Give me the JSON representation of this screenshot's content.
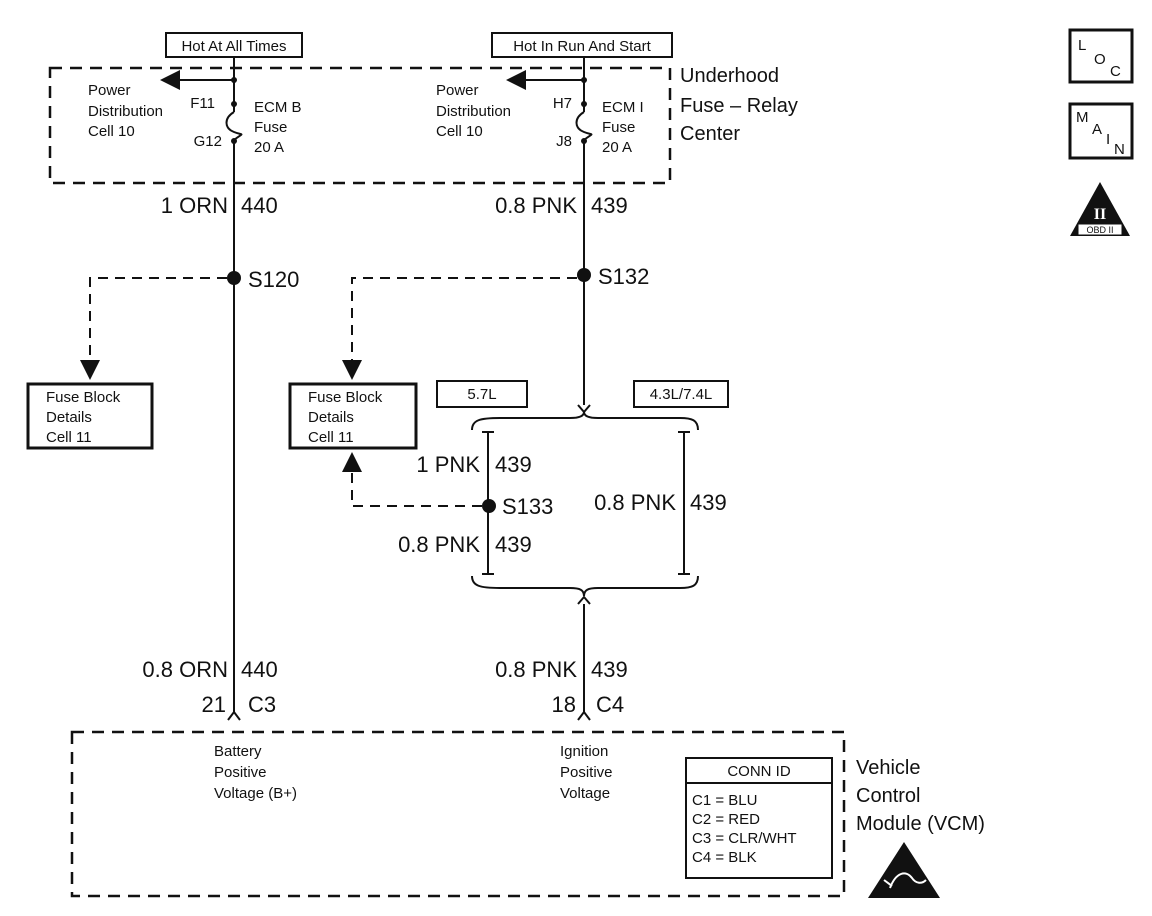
{
  "header": {
    "hot_all_times": "Hot At All Times",
    "hot_run_start": "Hot In Run And Start"
  },
  "fuse_center": {
    "label_line1": "Underhood",
    "label_line2": "Fuse – Relay",
    "label_line3": "Center",
    "left": {
      "power_dist": [
        "Power",
        "Distribution",
        "Cell 10"
      ],
      "pin_top": "F11",
      "pin_bottom": "G12",
      "fuse": [
        "ECM B",
        "Fuse",
        "20 A"
      ]
    },
    "right": {
      "power_dist": [
        "Power",
        "Distribution",
        "Cell 10"
      ],
      "pin_top": "H7",
      "pin_bottom": "J8",
      "fuse": [
        "ECM I",
        "Fuse",
        "20 A"
      ]
    }
  },
  "wires": {
    "left_top_color": "1 ORN",
    "left_top_circuit": "440",
    "right_top_color": "0.8 PNK",
    "right_top_circuit": "439",
    "s133_top_color": "1 PNK",
    "s133_top_circuit": "439",
    "s133_bottom_color": "0.8 PNK",
    "s133_bottom_circuit": "439",
    "alt_color": "0.8 PNK",
    "alt_circuit": "439",
    "left_bottom_color": "0.8 ORN",
    "left_bottom_circuit": "440",
    "right_bottom_color": "0.8 PNK",
    "right_bottom_circuit": "439"
  },
  "splices": {
    "s120": "S120",
    "s132": "S132",
    "s133": "S133"
  },
  "fuse_block_left": [
    "Fuse Block",
    "Details",
    "Cell 11"
  ],
  "fuse_block_right": [
    "Fuse Block",
    "Details",
    "Cell 11"
  ],
  "engine_options": {
    "a": "5.7L",
    "b": "4.3L/7.4L"
  },
  "connectors": {
    "left_pin": "21",
    "left_conn": "C3",
    "right_pin": "18",
    "right_conn": "C4"
  },
  "vcm": {
    "label_line1": "Vehicle",
    "label_line2": "Control",
    "label_line3": "Module (VCM)",
    "battery": [
      "Battery",
      "Positive",
      "Voltage (B+)"
    ],
    "ignition": [
      "Ignition",
      "Positive",
      "Voltage"
    ],
    "conn_id_title": "CONN ID",
    "conn_id": [
      "C1 = BLU",
      "C2 = RED",
      "C3 = CLR/WHT",
      "C4 = BLK"
    ]
  },
  "icons": {
    "loc": [
      "L",
      "O",
      "C"
    ],
    "main": [
      "M",
      "A",
      "I",
      "N"
    ],
    "obd": [
      "II",
      "OBD II"
    ]
  }
}
